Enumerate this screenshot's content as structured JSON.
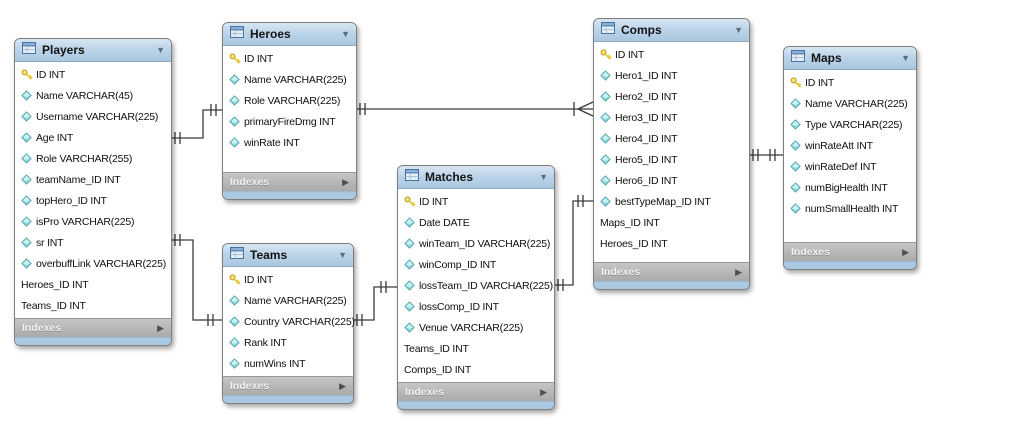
{
  "diagram": {
    "kind": "EER database diagram",
    "footer_label": "Indexes",
    "colors": {
      "header_blue": "#b9d2e8",
      "indexes_gray": "#b0b0b0",
      "footer_strip_blue": "#aac8e2",
      "key_icon_yellow": "#f5d542",
      "diamond_icon_cyan": "#93dbe0",
      "connector_line": "#3a3a3a"
    }
  },
  "tables": [
    {
      "id": "players",
      "name": "Players",
      "footer": "Indexes",
      "fields": [
        {
          "icon": "key",
          "text": "ID INT"
        },
        {
          "icon": "diamond",
          "text": "Name VARCHAR(45)"
        },
        {
          "icon": "diamond",
          "text": "Username VARCHAR(225)"
        },
        {
          "icon": "diamond",
          "text": "Age INT"
        },
        {
          "icon": "diamond",
          "text": "Role VARCHAR(255)"
        },
        {
          "icon": "diamond",
          "text": "teamName_ID INT"
        },
        {
          "icon": "diamond",
          "text": "topHero_ID INT"
        },
        {
          "icon": "diamond",
          "text": "isPro VARCHAR(225)"
        },
        {
          "icon": "diamond",
          "text": "sr INT"
        },
        {
          "icon": "diamond",
          "text": "overbuffLink VARCHAR(225)"
        },
        {
          "icon": "none",
          "text": "Heroes_ID INT"
        },
        {
          "icon": "none",
          "text": "Teams_ID INT"
        }
      ]
    },
    {
      "id": "heroes",
      "name": "Heroes",
      "footer": "Indexes",
      "fields": [
        {
          "icon": "key",
          "text": "ID INT"
        },
        {
          "icon": "diamond",
          "text": "Name VARCHAR(225)"
        },
        {
          "icon": "diamond",
          "text": "Role VARCHAR(225)"
        },
        {
          "icon": "diamond",
          "text": "primaryFireDmg INT"
        },
        {
          "icon": "diamond",
          "text": "winRate INT"
        }
      ]
    },
    {
      "id": "teams",
      "name": "Teams",
      "footer": "Indexes",
      "fields": [
        {
          "icon": "key",
          "text": "ID INT"
        },
        {
          "icon": "diamond",
          "text": "Name VARCHAR(225)"
        },
        {
          "icon": "diamond",
          "text": "Country VARCHAR(225)"
        },
        {
          "icon": "diamond",
          "text": "Rank INT"
        },
        {
          "icon": "diamond",
          "text": "numWins INT"
        }
      ]
    },
    {
      "id": "matches",
      "name": "Matches",
      "footer": "Indexes",
      "fields": [
        {
          "icon": "key",
          "text": "ID INT"
        },
        {
          "icon": "diamond",
          "text": "Date DATE"
        },
        {
          "icon": "diamond",
          "text": "winTeam_ID VARCHAR(225)"
        },
        {
          "icon": "diamond",
          "text": "winComp_ID INT"
        },
        {
          "icon": "diamond",
          "text": "lossTeam_ID VARCHAR(225)"
        },
        {
          "icon": "diamond",
          "text": "lossComp_ID INT"
        },
        {
          "icon": "diamond",
          "text": "Venue VARCHAR(225)"
        },
        {
          "icon": "none",
          "text": "Teams_ID INT"
        },
        {
          "icon": "none",
          "text": "Comps_ID INT"
        }
      ]
    },
    {
      "id": "comps",
      "name": "Comps",
      "footer": "Indexes",
      "fields": [
        {
          "icon": "key",
          "text": "ID INT"
        },
        {
          "icon": "diamond",
          "text": "Hero1_ID INT"
        },
        {
          "icon": "diamond",
          "text": "Hero2_ID INT"
        },
        {
          "icon": "diamond",
          "text": "Hero3_ID INT"
        },
        {
          "icon": "diamond",
          "text": "Hero4_ID INT"
        },
        {
          "icon": "diamond",
          "text": "Hero5_ID INT"
        },
        {
          "icon": "diamond",
          "text": "Hero6_ID INT"
        },
        {
          "icon": "diamond",
          "text": "bestTypeMap_ID INT"
        },
        {
          "icon": "none",
          "text": "Maps_ID INT"
        },
        {
          "icon": "none",
          "text": "Heroes_ID INT"
        }
      ]
    },
    {
      "id": "maps",
      "name": "Maps",
      "footer": "Indexes",
      "fields": [
        {
          "icon": "key",
          "text": "ID INT"
        },
        {
          "icon": "diamond",
          "text": "Name VARCHAR(225)"
        },
        {
          "icon": "diamond",
          "text": "Type VARCHAR(225)"
        },
        {
          "icon": "diamond",
          "text": "winRateAtt INT"
        },
        {
          "icon": "diamond",
          "text": "winRateDef INT"
        },
        {
          "icon": "diamond",
          "text": "numBigHealth INT"
        },
        {
          "icon": "diamond",
          "text": "numSmallHealth INT"
        }
      ]
    }
  ],
  "relationships": [
    {
      "from": "Players",
      "to": "Heroes",
      "notation": "one-to-one (double tick both ends)"
    },
    {
      "from": "Players",
      "to": "Teams",
      "notation": "one-to-one (double tick both ends)"
    },
    {
      "from": "Heroes",
      "to": "Comps",
      "notation": "one-to-many (crow's foot at Comps)"
    },
    {
      "from": "Teams",
      "to": "Matches",
      "notation": "one-to-one (double tick both ends)"
    },
    {
      "from": "Matches",
      "to": "Comps",
      "notation": "one-to-one (double tick both ends)"
    },
    {
      "from": "Comps",
      "to": "Maps",
      "notation": "one-to-one (double tick both ends)"
    }
  ]
}
